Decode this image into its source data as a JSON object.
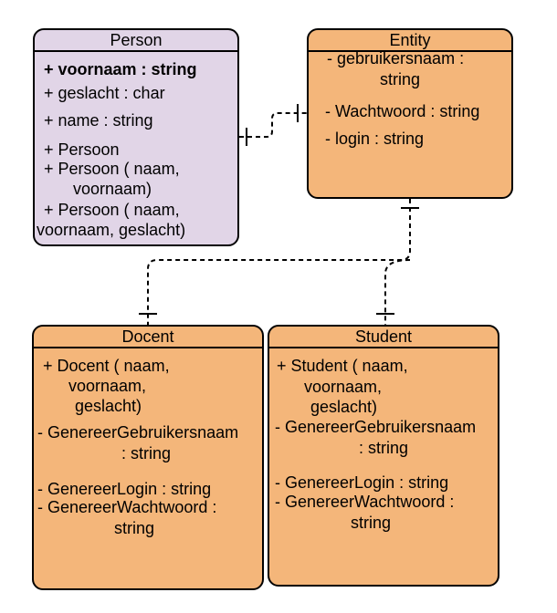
{
  "person": {
    "title": "Person",
    "lines": [
      "+ voornaam : string",
      "+ geslacht : char",
      "+ name : string",
      "+ Persoon",
      "+ Persoon ( naam,",
      "voornaam)",
      "+ Persoon ( naam,",
      "voornaam, geslacht)"
    ],
    "fill": "#e1d5e7"
  },
  "entity": {
    "title": "Entity",
    "lines": [
      "- gebruikersnaam :",
      "string",
      "- Wachtwoord : string",
      "- login : string"
    ],
    "fill": "#f4b67a"
  },
  "docent": {
    "title": "Docent",
    "lines": [
      "+ Docent ( naam,",
      "voornaam,",
      "geslacht)",
      "- GenereerGebruikersnaam",
      ": string",
      "- GenereerLogin : string",
      "- GenereerWachtwoord :",
      "string"
    ],
    "fill": "#f4b67a"
  },
  "student": {
    "title": "Student",
    "lines": [
      "+ Student ( naam,",
      "voornaam,",
      "geslacht)",
      "- GenereerGebruikersnaam",
      ": string",
      "- GenereerLogin : string",
      "- GenereerWachtwoord :",
      "string"
    ],
    "fill": "#f4b67a"
  }
}
